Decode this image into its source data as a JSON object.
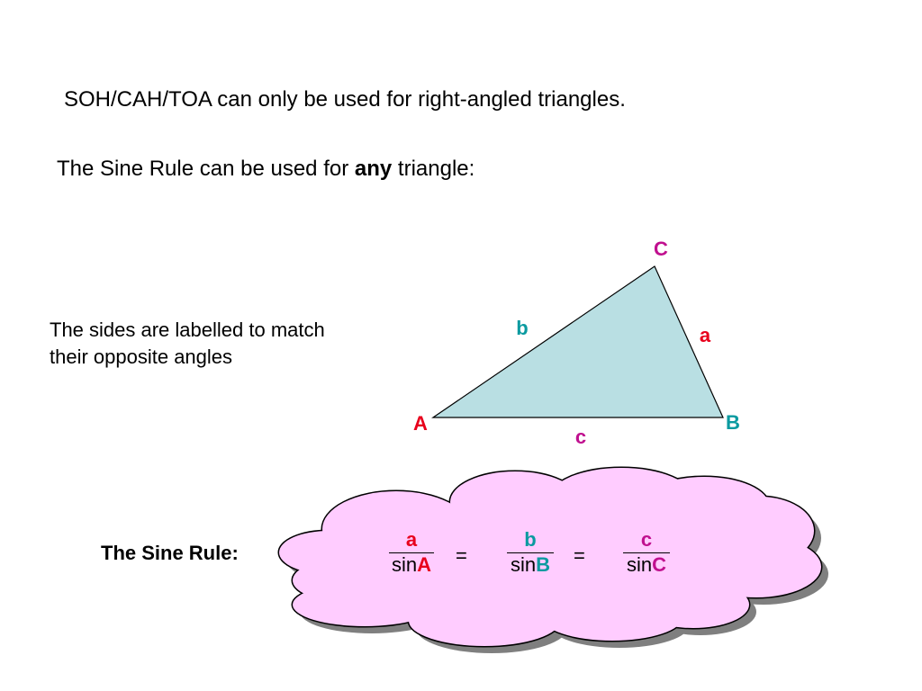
{
  "intro": {
    "soh_text": "SOH/CAH/TOA can only be used for right-angled triangles.",
    "sine_before": "The Sine Rule can be used for ",
    "sine_bold": "any",
    "sine_after": " triangle:"
  },
  "note": {
    "line1": "The sides are labelled to match",
    "line2": "their opposite angles"
  },
  "triangle": {
    "vertices": {
      "A": "A",
      "B": "B",
      "C": "C"
    },
    "sides": {
      "a": "a",
      "b": "b",
      "c": "c"
    },
    "fill": "#b9dfe3"
  },
  "rule": {
    "label": "The Sine Rule:",
    "fractions": [
      {
        "num": "a",
        "sin": "sin",
        "angle": "A",
        "num_color": "#e8001c",
        "angle_color": "#e8001c"
      },
      {
        "num": "b",
        "sin": "sin",
        "angle": "B",
        "num_color": "#0a9aa0",
        "angle_color": "#0a9aa0"
      },
      {
        "num": "c",
        "sin": "sin",
        "angle": "C",
        "num_color": "#c0108f",
        "angle_color": "#c0108f"
      }
    ],
    "equals": "="
  },
  "colors": {
    "red": "#e8001c",
    "teal": "#0a9aa0",
    "magenta": "#c0108f",
    "cloud": "#ffccff",
    "cloud_shadow": "#7f7f7f"
  }
}
